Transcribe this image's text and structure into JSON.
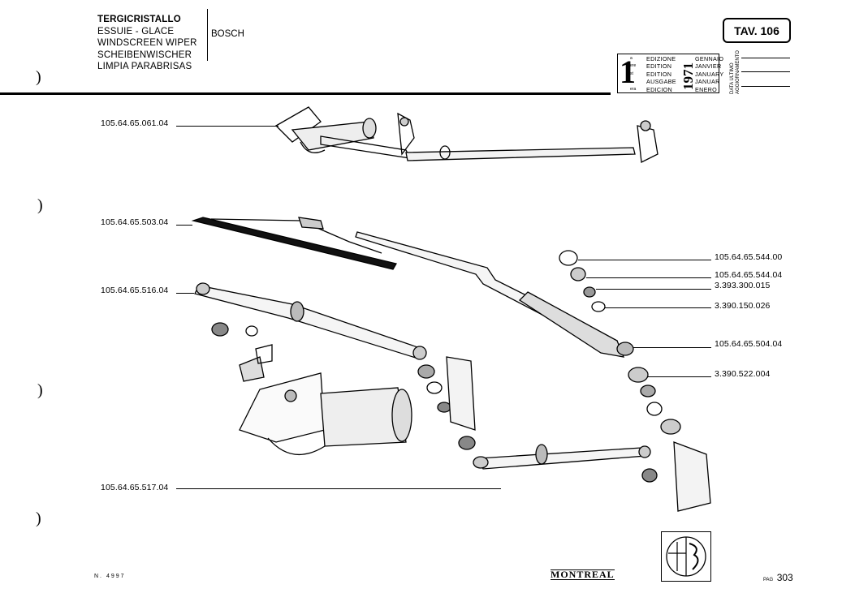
{
  "header": {
    "titles": [
      "TERGICRISTALLO",
      "ESSUIE - GLACE",
      "WINDSCREEN WIPER",
      "SCHEIBENWISCHER",
      "LIMPIA PARABRISAS"
    ],
    "brand": "BOSCH",
    "table_number": "TAV. 106"
  },
  "edition": {
    "number": "1",
    "suffixes": [
      "a",
      "ere",
      "st",
      "",
      "era"
    ],
    "words": [
      "EDIZIONE",
      "EDITION",
      "EDITION",
      "AUSGABE",
      "EDICION"
    ],
    "year": "1971",
    "months": [
      "GENNAIO",
      "JANVIER",
      "JANUARY",
      "JANUAR",
      "ENERO"
    ],
    "update_label": [
      "DATA ULTIMO",
      "AGGIORNAMENTO"
    ]
  },
  "parts": {
    "left": [
      "105.64.65.061.04",
      "105.64.65.503.04",
      "105.64.65.516.04",
      "105.64.65.517.04"
    ],
    "right": [
      "105.64.65.544.00",
      "105.64.65.544.04",
      "3.393.300.015",
      "3.390.150.026",
      "105.64.65.504.04",
      "3.390.522.004"
    ]
  },
  "margin_marks": [
    ")",
    ")",
    ")",
    ")"
  ],
  "footer": {
    "doc_number": "N. 4997",
    "model": "MONTREAL",
    "page_label": "PAG",
    "page_number": "303"
  }
}
